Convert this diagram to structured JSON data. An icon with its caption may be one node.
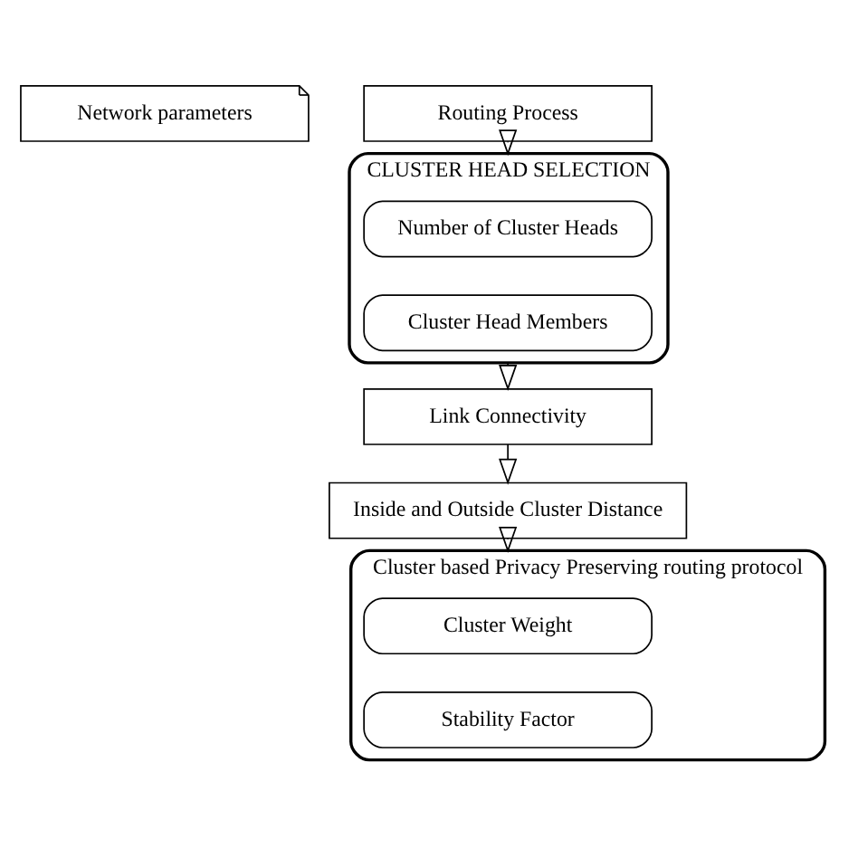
{
  "diagram": {
    "nodes": [
      {
        "text": [
          "Network parameters"
        ]
      },
      {
        "text": [
          "Routing Process"
        ]
      },
      {
        "text": [
          "CLUSTER HEAD SELECTION"
        ]
      },
      {
        "text": [
          "Number of Cluster Heads"
        ],
        "in": 2
      },
      {
        "text": [
          "Cluster Head Members"
        ],
        "in": 2
      },
      {
        "text": [
          "Link Connectivity"
        ]
      },
      {
        "text": [
          "Inside and Outside Cluster Distance"
        ]
      },
      {
        "text": [
          "Cluster based Privacy Preserving routing protocol"
        ]
      },
      {
        "text": [
          "Cluster Weight"
        ],
        "in": 7
      },
      {
        "text": [
          "Stability Factor"
        ],
        "in": 7
      }
    ],
    "edges": [
      {
        "from": 1,
        "to": 2,
        "arrow": "to"
      },
      {
        "from": 2,
        "to": 5,
        "arrow": "to"
      },
      {
        "from": 5,
        "to": 6,
        "arrow": "to"
      },
      {
        "from": 6,
        "to": 7,
        "arrow": "to"
      }
    ]
  }
}
